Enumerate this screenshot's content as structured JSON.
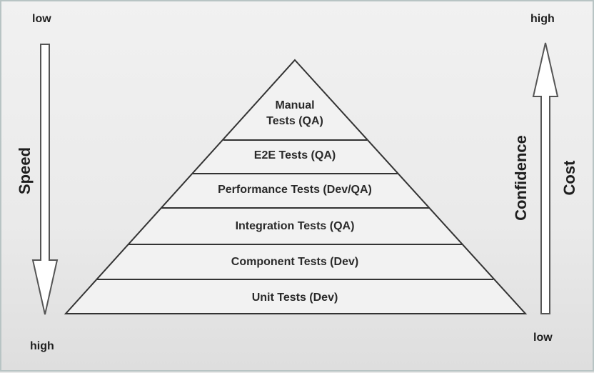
{
  "speed": {
    "title": "Speed",
    "top": "low",
    "bottom": "high"
  },
  "confidence": {
    "title": "Confidence"
  },
  "cost": {
    "title": "Cost",
    "top": "high",
    "bottom": "low"
  },
  "pyramid": {
    "tiers": [
      {
        "line1": "Manual",
        "line2": "Tests (QA)"
      },
      {
        "label": "E2E Tests (QA)"
      },
      {
        "label": "Performance Tests (Dev/QA)"
      },
      {
        "label": "Integration Tests (QA)"
      },
      {
        "label": "Component Tests (Dev)"
      },
      {
        "label": "Unit Tests (Dev)"
      }
    ]
  }
}
